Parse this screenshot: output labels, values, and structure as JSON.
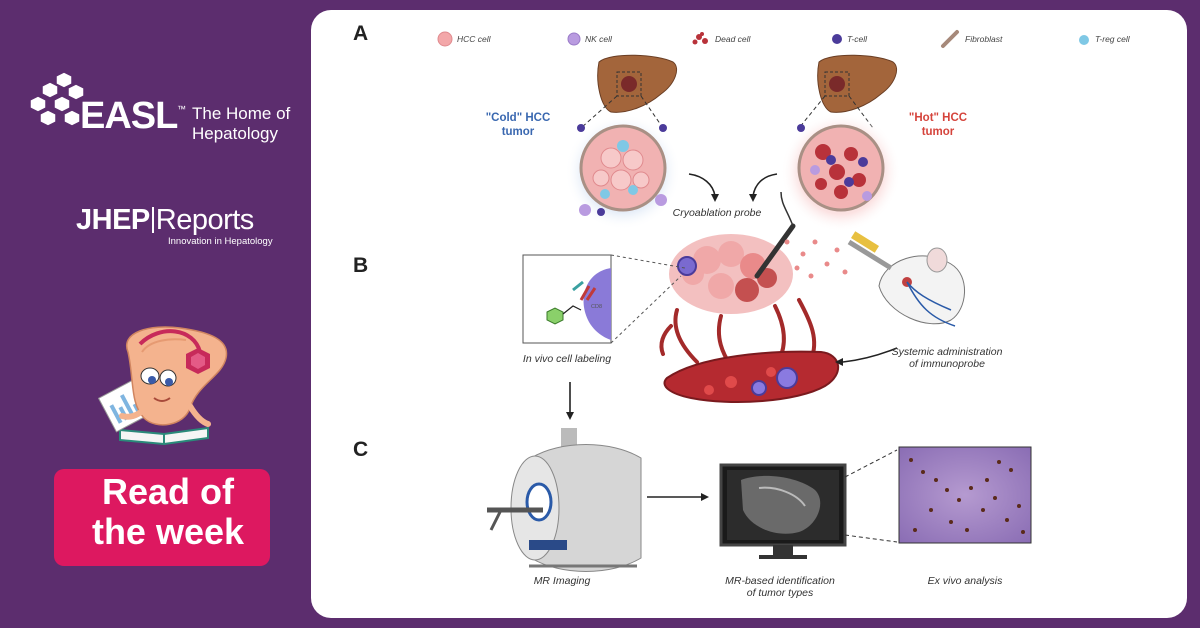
{
  "sidebar": {
    "brand_name": "EASL",
    "brand_tm": "™",
    "brand_tagline_line1": "The Home of",
    "brand_tagline_line2": "Hepatology",
    "journal_bold": "JHEP",
    "journal_light": "Reports",
    "journal_sub": "Innovation in Hepatology",
    "badge_line1": "Read of",
    "badge_line2": "the week"
  },
  "figure": {
    "panels": [
      "A",
      "B",
      "C"
    ],
    "legend": [
      {
        "label": "HCC cell",
        "color": "#f3a7a9"
      },
      {
        "label": "NK cell",
        "color": "#b99be0"
      },
      {
        "label": "Dead cell",
        "color": "#b8323a"
      },
      {
        "label": "T-cell",
        "color": "#4b3b9a"
      },
      {
        "label": "Fibroblast",
        "color": "#a6897a"
      },
      {
        "label": "T-reg cell",
        "color": "#7fc8e5"
      }
    ],
    "cold_tumor_line1": "\"Cold\" HCC",
    "cold_tumor_line2": "tumor",
    "hot_tumor_line1": "\"Hot\" HCC",
    "hot_tumor_line2": "tumor",
    "cryo_label": "Cryoablation probe",
    "t_cell_label": "T cell",
    "cd8_label": "CD8",
    "in_vivo_label": "In vivo cell labeling",
    "systemic_line1": "Systemic administration",
    "systemic_line2": "of immunoprobe",
    "mr_imaging": "MR Imaging",
    "mr_based_line1": "MR-based identification",
    "mr_based_line2": "of tumor types",
    "ex_vivo": "Ex vivo analysis"
  },
  "colors": {
    "background": "#5c2d6e",
    "badge": "#dd1860",
    "card": "#ffffff",
    "cold_text": "#3a68b0",
    "hot_text": "#d5443c"
  }
}
